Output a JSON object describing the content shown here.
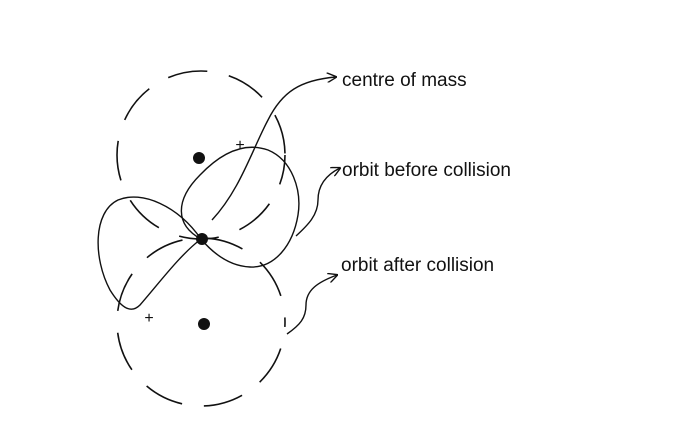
{
  "labels": {
    "centre_of_mass": "centre of mass",
    "orbit_before": "orbit before collision",
    "orbit_after": "orbit after collision"
  },
  "markers": {
    "plus": "+"
  },
  "colors": {
    "ink": "#111111",
    "background": "#ffffff"
  }
}
